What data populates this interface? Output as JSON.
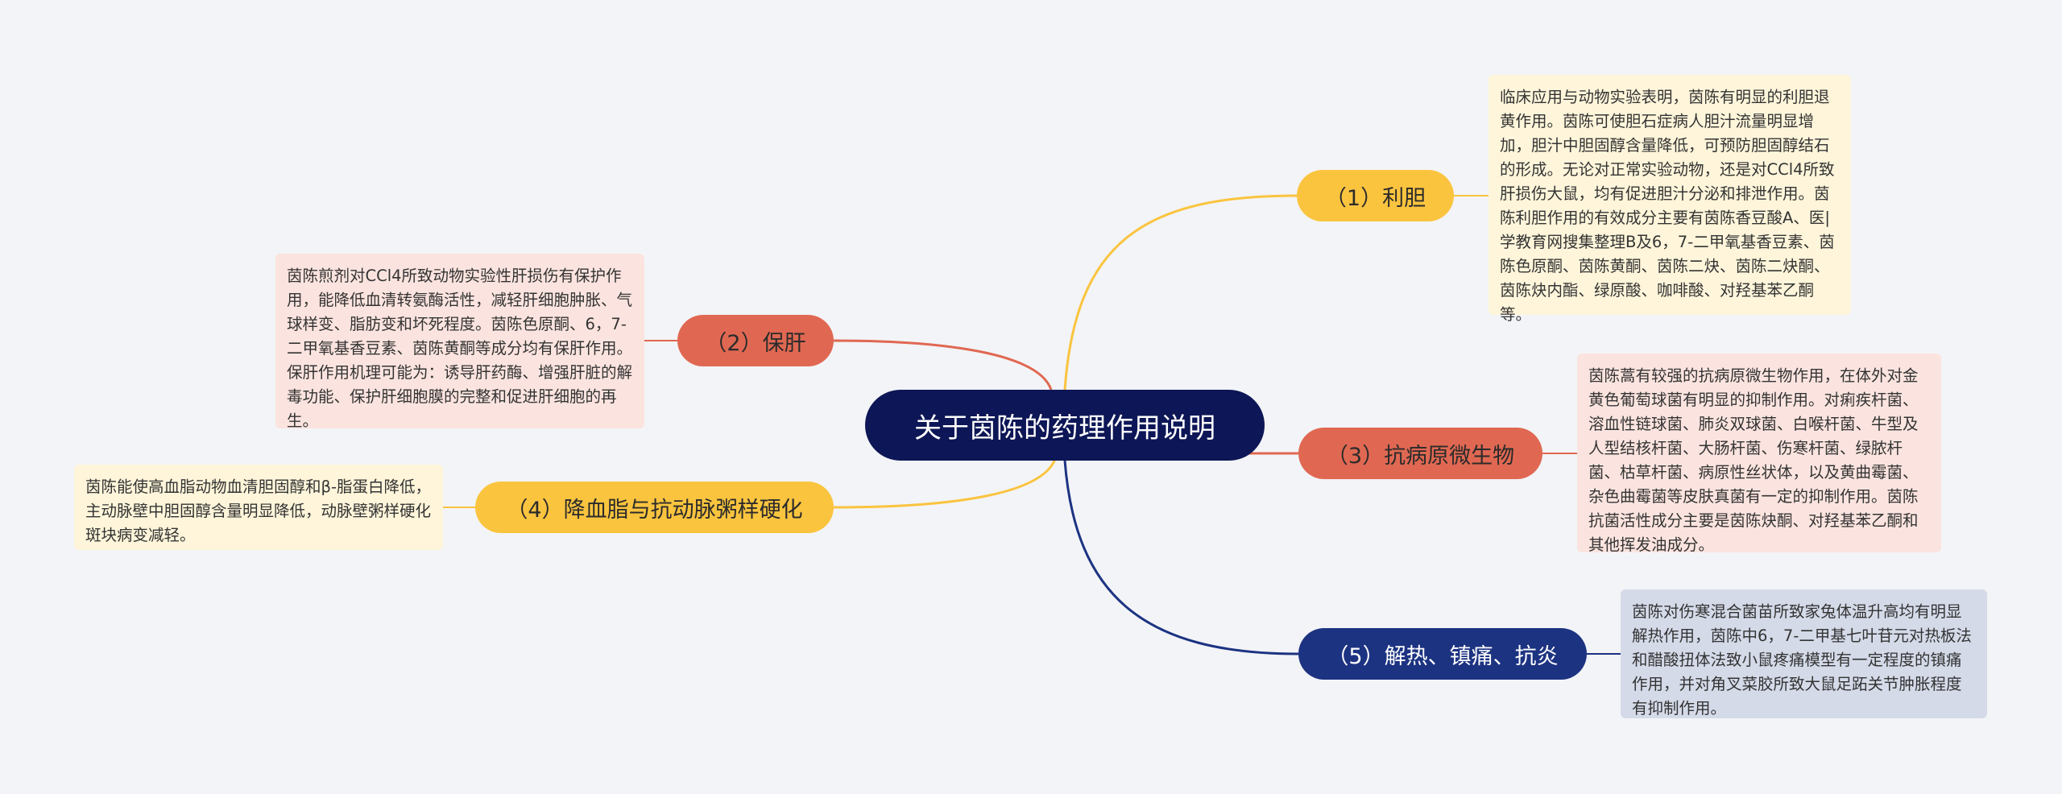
{
  "root": {
    "title": "关于茵陈的药理作用说明"
  },
  "branches": [
    {
      "label": "（1）利胆",
      "color": "#fac43f",
      "note": "临床应用与动物实验表明，茵陈有明显的利胆退黄作用。茵陈可使胆石症病人胆汁流量明显增加，胆汁中胆固醇含量降低，可预防胆固醇结石的形成。无论对正常实验动物，还是对CCl4所致肝损伤大鼠，均有促进胆汁分泌和排泄作用。茵陈利胆作用的有效成分主要有茵陈香豆酸A、医|学教育网搜集整理B及6，7-二甲氧基香豆素、茵陈色原酮、茵陈黄酮、茵陈二炔、茵陈二炔酮、茵陈炔内酯、绿原酸、咖啡酸、对羟基苯乙酮等。"
    },
    {
      "label": "（2）保肝",
      "color": "#e06852",
      "note": "茵陈煎剂对CCl4所致动物实验性肝损伤有保护作用，能降低血清转氨酶活性，减轻肝细胞肿胀、气球样变、脂肪变和坏死程度。茵陈色原酮、6，7-二甲氧基香豆素、茵陈黄酮等成分均有保肝作用。保肝作用机理可能为：诱导肝药酶、增强肝脏的解毒功能、保护肝细胞膜的完整和促进肝细胞的再生。"
    },
    {
      "label": "（3）抗病原微生物",
      "color": "#e06852",
      "note": "茵陈蒿有较强的抗病原微生物作用，在体外对金黄色葡萄球菌有明显的抑制作用。对痢疾杆菌、溶血性链球菌、肺炎双球菌、白喉杆菌、牛型及人型结核杆菌、大肠杆菌、伤寒杆菌、绿脓杆菌、枯草杆菌、病原性丝状体，以及黄曲霉菌、杂色曲霉菌等皮肤真菌有一定的抑制作用。茵陈抗菌活性成分主要是茵陈炔酮、对羟基苯乙酮和其他挥发油成分。"
    },
    {
      "label": "（4）降血脂与抗动脉粥样硬化",
      "color": "#fac43f",
      "note": "茵陈能使高血脂动物血清胆固醇和β-脂蛋白降低，主动脉壁中胆固醇含量明显降低，动脉壁粥样硬化斑块病变减轻。"
    },
    {
      "label": "（5）解热、镇痛、抗炎",
      "color": "#1c3382",
      "note": "茵陈对伤寒混合菌苗所致家兔体温升高均有明显解热作用，茵陈中6，7-二甲基七叶苷元对热板法和醋酸扭体法致小鼠疼痛模型有一定程度的镇痛作用，并对角叉菜胶所致大鼠足跖关节肿胀程度有抑制作用。"
    }
  ]
}
